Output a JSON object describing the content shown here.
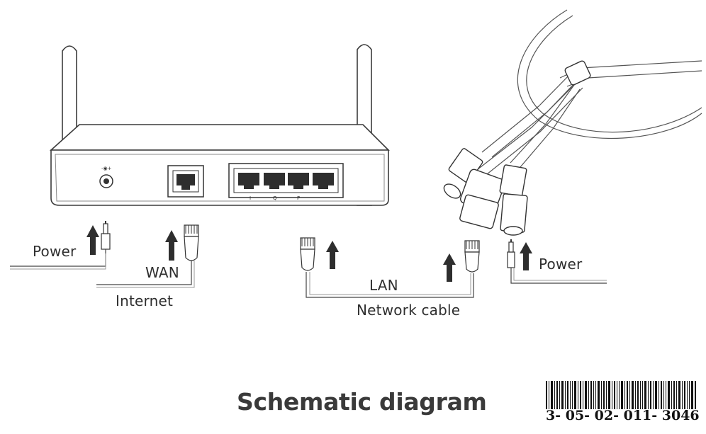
{
  "diagram": {
    "title": "Schematic diagram",
    "labels": {
      "power_left": "Power",
      "wan": "WAN",
      "internet": "Internet",
      "lan": "LAN",
      "network_cable": "Network cable",
      "power_right": "Power"
    },
    "router_port_marks": [
      "I",
      "Q",
      "P"
    ],
    "barcode_number": "3- 05- 02- 011- 3046"
  }
}
